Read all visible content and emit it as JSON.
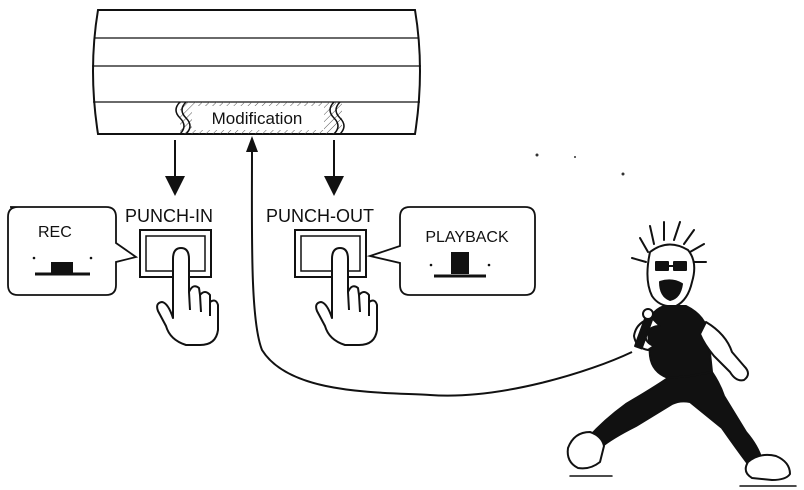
{
  "tape": {
    "modification_label": "Modification"
  },
  "punch_in": {
    "label": "PUNCH-IN"
  },
  "punch_out": {
    "label": "PUNCH-OUT"
  },
  "rec_callout": {
    "label": "REC"
  },
  "playback_callout": {
    "label": "PLAYBACK"
  },
  "colors": {
    "ink": "#111111",
    "paper": "#ffffff"
  }
}
